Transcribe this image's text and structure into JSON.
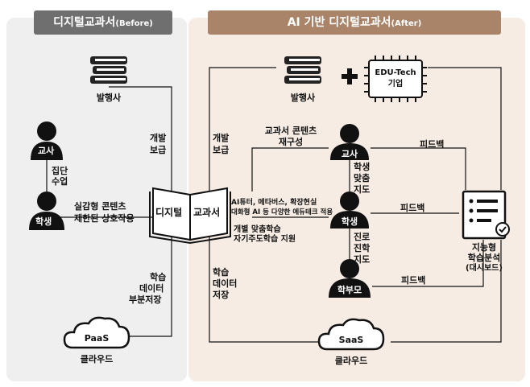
{
  "header": {
    "before_title": "디지털교과서",
    "before_tag": "(Before)",
    "after_title": "AI 기반 디지털교과서",
    "after_tag": "(After)"
  },
  "before": {
    "publisher": "발행사",
    "teacher": "교사",
    "student": "학생",
    "group_class": [
      "집단",
      "수업"
    ],
    "interaction": [
      "실감형 콘텐츠",
      "제한된 상호작용"
    ],
    "dev_supply": [
      "개발",
      "보급"
    ],
    "data_partial": [
      "학습",
      "데이터",
      "부분저장"
    ],
    "cloud_badge": "PaaS",
    "cloud_caption": "클라우드"
  },
  "center": {
    "book_left": "디지털",
    "book_right": "교과서"
  },
  "after": {
    "publisher": "발행사",
    "plus": "+",
    "edutech": [
      "EDU-Tech",
      "기업"
    ],
    "dev_supply": [
      "개발",
      "보급"
    ],
    "content_restructure": [
      "교과서 콘텐츠",
      "재구성"
    ],
    "teacher": "교사",
    "student": "학생",
    "parent": "학부모",
    "custom_guidance": [
      "학생",
      "맞춤",
      "지도"
    ],
    "career_guidance": [
      "진로",
      "진학",
      "지도"
    ],
    "ai_features": [
      "AI튜터, 메타버스, 확장현실",
      "대화형 AI 등 다양한 에듀테크 적용"
    ],
    "personalized": [
      "개별 맞춤학습",
      "자기주도학습 지원"
    ],
    "data_label": [
      "학습",
      "데이터",
      "저장"
    ],
    "feedback": "피드백",
    "analysis": [
      "지능형",
      "학습분석",
      "(대시보드)"
    ],
    "cloud_badge": "SaaS",
    "cloud_caption": "클라우드"
  },
  "colors": {
    "before_panel": "#efefef",
    "after_panel": "#f6ece4",
    "before_header": "#6f6f6f",
    "after_header": "#a98468",
    "ink": "#111111"
  }
}
